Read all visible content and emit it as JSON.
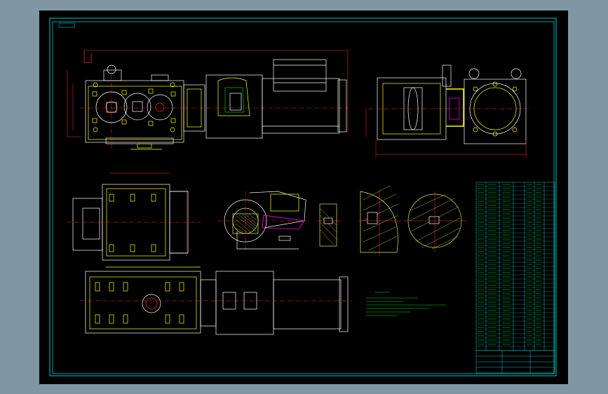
{
  "colors": {
    "background_outer": "#8096a3",
    "viewport": "#000000",
    "frame": "#00c8c8",
    "outline": "#ffffff",
    "dimension": "#ff3030",
    "annotation": "#ffff00",
    "hatch": "#e8e850",
    "fill_green": "#00c000",
    "fill_magenta": "#ff00ff",
    "text_green": "#00e000",
    "table": "#00c8c8"
  },
  "icons": {
    "gearbox_front_view": "gearbox-front-view",
    "gearbox_side_view": "gearbox-side-view",
    "motor": "motor",
    "section_views": "section-views"
  }
}
